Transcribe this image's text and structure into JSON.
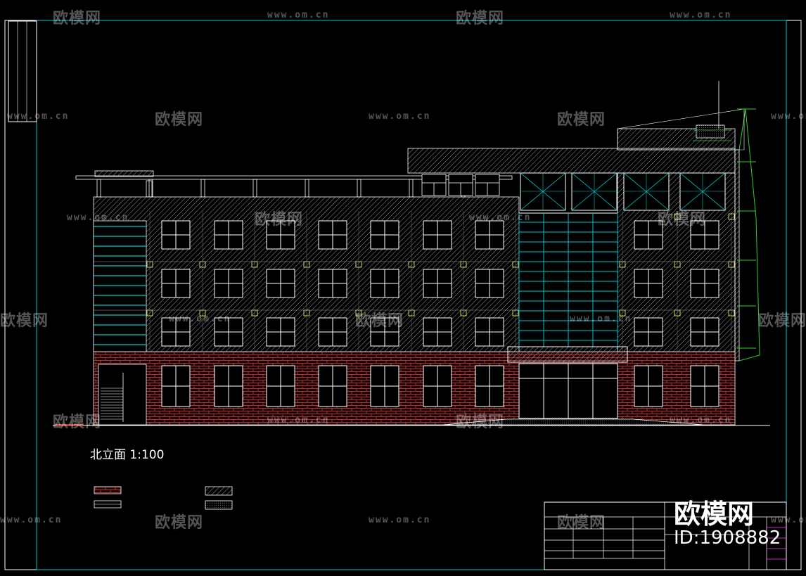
{
  "drawing": {
    "title": "北立面 1:100"
  },
  "brand": {
    "name": "欧模网",
    "id": "ID:1908882"
  },
  "watermarks": {
    "cn": "欧模网",
    "url": "www.om.cn"
  },
  "colors": {
    "background": "#000000",
    "line": "#ffffff",
    "glass": "#00c8c8",
    "brick": "#c04040",
    "accent_green": "#33cc33",
    "accent_yellow": "#e0e070",
    "accent_magenta": "#ff33ff"
  }
}
